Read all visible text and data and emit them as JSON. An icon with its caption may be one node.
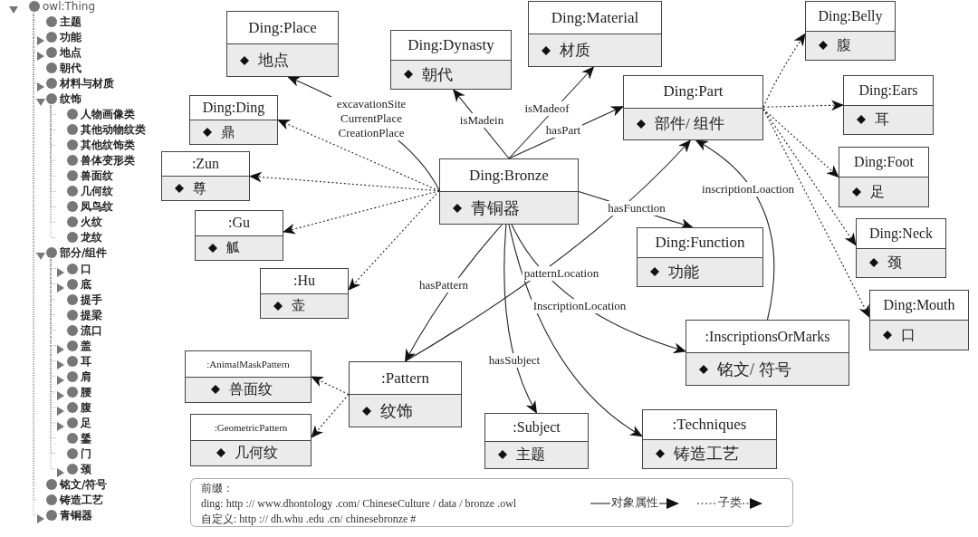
{
  "diagram": {
    "nodes": [
      {
        "text": [
          "Ding:Place",
          "地点"
        ]
      },
      {
        "text": [
          "Ding:Dynasty",
          "朝代"
        ]
      },
      {
        "text": [
          "Ding:Material",
          "材质"
        ]
      },
      {
        "text": [
          "Ding:Belly",
          "腹"
        ]
      },
      {
        "text": [
          "Ding:Part",
          "部件/ 组件"
        ]
      },
      {
        "text": [
          "Ding:Ears",
          "耳"
        ]
      },
      {
        "text": [
          "Ding:Ding",
          "鼎"
        ]
      },
      {
        "text": [
          ":Zun",
          "尊"
        ]
      },
      {
        "text": [
          "Ding:Bronze",
          "青铜器"
        ]
      },
      {
        "text": [
          "Ding:Foot",
          "足"
        ]
      },
      {
        "text": [
          ":Gu",
          "觚"
        ]
      },
      {
        "text": [
          "Ding:Function",
          "功能"
        ]
      },
      {
        "text": [
          "Ding:Neck",
          "颈"
        ]
      },
      {
        "text": [
          ":Hu",
          "壶"
        ]
      },
      {
        "text": [
          "Ding:Mouth",
          "口"
        ]
      },
      {
        "text": [
          ":InscriptionsOrMarks",
          "铭文/ 符号"
        ]
      },
      {
        "text": [
          ":AnimalMaskPattern",
          "兽面纹"
        ]
      },
      {
        "text": [
          ":Pattern",
          "纹饰"
        ]
      },
      {
        "text": [
          ":GeometricPattern",
          "几何纹"
        ]
      },
      {
        "text": [
          ":Subject",
          "主题"
        ]
      },
      {
        "text": [
          ":Techniques",
          "铸造工艺"
        ]
      },
      {
        "text": [
          "owl:Thing"
        ]
      },
      {
        "text": [
          "主题"
        ]
      },
      {
        "text": [
          "功能"
        ]
      },
      {
        "text": [
          "地点"
        ]
      },
      {
        "text": [
          "朝代"
        ]
      },
      {
        "text": [
          "材料与材质"
        ]
      },
      {
        "text": [
          "纹饰"
        ]
      },
      {
        "text": [
          "人物画像类"
        ]
      },
      {
        "text": [
          "其他动物纹类"
        ]
      },
      {
        "text": [
          "其他纹饰类"
        ]
      },
      {
        "text": [
          "兽体变形类"
        ]
      },
      {
        "text": [
          "兽面纹"
        ]
      },
      {
        "text": [
          "几何纹"
        ]
      },
      {
        "text": [
          "凤鸟纹"
        ]
      },
      {
        "text": [
          "火纹"
        ]
      },
      {
        "text": [
          "龙纹"
        ]
      },
      {
        "text": [
          "部分/组件"
        ]
      },
      {
        "text": [
          "口"
        ]
      },
      {
        "text": [
          "底"
        ]
      },
      {
        "text": [
          "提手"
        ]
      },
      {
        "text": [
          "提梁"
        ]
      },
      {
        "text": [
          "流口"
        ]
      },
      {
        "text": [
          "盖"
        ]
      },
      {
        "text": [
          "耳"
        ]
      },
      {
        "text": [
          "肩"
        ]
      },
      {
        "text": [
          "腰"
        ]
      },
      {
        "text": [
          "腹"
        ]
      },
      {
        "text": [
          "足"
        ]
      },
      {
        "text": [
          "鋬"
        ]
      },
      {
        "text": [
          "门"
        ]
      },
      {
        "text": [
          "颈"
        ]
      },
      {
        "text": [
          "铭文/符号"
        ]
      },
      {
        "text": [
          "铸造工艺"
        ]
      },
      {
        "text": [
          "青铜器"
        ]
      }
    ],
    "edges": [
      {
        "from": 8,
        "to": 0,
        "arrow": "to",
        "label": "excavationSite CurrentPlace CreationPlace",
        "color": "#222222"
      },
      {
        "from": 8,
        "to": 1,
        "arrow": "to",
        "label": "isMadein",
        "color": "#222222"
      },
      {
        "from": 8,
        "to": 2,
        "arrow": "to",
        "label": "isMadeof",
        "color": "#222222"
      },
      {
        "from": 8,
        "to": 4,
        "arrow": "to",
        "label": "hasPart",
        "color": "#222222"
      },
      {
        "from": 8,
        "to": 11,
        "arrow": "to",
        "label": "hasFunction",
        "color": "#222222"
      },
      {
        "from": 8,
        "to": 17,
        "arrow": "to",
        "label": "hasPattern",
        "color": "#222222"
      },
      {
        "from": 8,
        "to": 19,
        "arrow": "to",
        "label": "hasSubject",
        "color": "#222222"
      },
      {
        "from": 8,
        "to": 20,
        "arrow": "to",
        "color": "#222222"
      },
      {
        "from": 8,
        "to": 15,
        "arrow": "to",
        "label": "InscriptionLocation",
        "color": "#222222"
      },
      {
        "from": 17,
        "to": 4,
        "arrow": "to",
        "label": "patternLocation",
        "color": "#222222"
      },
      {
        "from": 15,
        "to": 4,
        "arrow": "to",
        "label": "inscriptionLoaction",
        "color": "#222222"
      },
      {
        "from": 8,
        "to": 6,
        "arrow": "to",
        "style": "dashed",
        "color": "#222222"
      },
      {
        "from": 8,
        "to": 7,
        "arrow": "to",
        "style": "dashed",
        "color": "#222222"
      },
      {
        "from": 8,
        "to": 10,
        "arrow": "to",
        "style": "dashed",
        "color": "#222222"
      },
      {
        "from": 8,
        "to": 13,
        "arrow": "to",
        "style": "dashed",
        "color": "#222222"
      },
      {
        "from": 4,
        "to": 3,
        "arrow": "to",
        "style": "dashed",
        "color": "#222222"
      },
      {
        "from": 4,
        "to": 5,
        "arrow": "to",
        "style": "dashed",
        "color": "#222222"
      },
      {
        "from": 4,
        "to": 9,
        "arrow": "to",
        "style": "dashed",
        "color": "#222222"
      },
      {
        "from": 4,
        "to": 12,
        "arrow": "to",
        "style": "dashed",
        "color": "#222222"
      },
      {
        "from": 4,
        "to": 14,
        "arrow": "to",
        "style": "dashed",
        "color": "#222222"
      },
      {
        "from": 17,
        "to": 16,
        "arrow": "to",
        "style": "dashed",
        "color": "#222222"
      },
      {
        "from": 17,
        "to": 18,
        "arrow": "to",
        "style": "dashed",
        "color": "#222222"
      },
      {
        "from": 21,
        "to": 22,
        "arrow": "none",
        "style": "dashed",
        "color": "#999999"
      },
      {
        "from": 21,
        "to": 23,
        "arrow": "none",
        "style": "dashed",
        "color": "#999999"
      },
      {
        "from": 21,
        "to": 24,
        "arrow": "none",
        "style": "dashed",
        "color": "#999999"
      },
      {
        "from": 21,
        "to": 25,
        "arrow": "none",
        "style": "dashed",
        "color": "#999999"
      },
      {
        "from": 21,
        "to": 26,
        "arrow": "none",
        "style": "dashed",
        "color": "#999999"
      },
      {
        "from": 21,
        "to": 27,
        "arrow": "none",
        "style": "dashed",
        "color": "#999999"
      },
      {
        "from": 27,
        "to": 28,
        "arrow": "none",
        "style": "dashed",
        "color": "#999999"
      },
      {
        "from": 27,
        "to": 29,
        "arrow": "none",
        "style": "dashed",
        "color": "#999999"
      },
      {
        "from": 27,
        "to": 30,
        "arrow": "none",
        "style": "dashed",
        "color": "#999999"
      },
      {
        "from": 27,
        "to": 31,
        "arrow": "none",
        "style": "dashed",
        "color": "#999999"
      },
      {
        "from": 27,
        "to": 32,
        "arrow": "none",
        "style": "dashed",
        "color": "#999999"
      },
      {
        "from": 27,
        "to": 33,
        "arrow": "none",
        "style": "dashed",
        "color": "#999999"
      },
      {
        "from": 27,
        "to": 34,
        "arrow": "none",
        "style": "dashed",
        "color": "#999999"
      },
      {
        "from": 27,
        "to": 35,
        "arrow": "none",
        "style": "dashed",
        "color": "#999999"
      },
      {
        "from": 27,
        "to": 36,
        "arrow": "none",
        "style": "dashed",
        "color": "#999999"
      },
      {
        "from": 21,
        "to": 37,
        "arrow": "none",
        "style": "dashed",
        "color": "#999999"
      },
      {
        "from": 37,
        "to": 38,
        "arrow": "none",
        "style": "dashed",
        "color": "#999999"
      },
      {
        "from": 37,
        "to": 39,
        "arrow": "none",
        "style": "dashed",
        "color": "#999999"
      },
      {
        "from": 37,
        "to": 40,
        "arrow": "none",
        "style": "dashed",
        "color": "#999999"
      },
      {
        "from": 37,
        "to": 41,
        "arrow": "none",
        "style": "dashed",
        "color": "#999999"
      },
      {
        "from": 37,
        "to": 42,
        "arrow": "none",
        "style": "dashed",
        "color": "#999999"
      },
      {
        "from": 37,
        "to": 43,
        "arrow": "none",
        "style": "dashed",
        "color": "#999999"
      },
      {
        "from": 37,
        "to": 44,
        "arrow": "none",
        "style": "dashed",
        "color": "#999999"
      },
      {
        "from": 37,
        "to": 45,
        "arrow": "none",
        "style": "dashed",
        "color": "#999999"
      },
      {
        "from": 37,
        "to": 46,
        "arrow": "none",
        "style": "dashed",
        "color": "#999999"
      },
      {
        "from": 37,
        "to": 47,
        "arrow": "none",
        "style": "dashed",
        "color": "#999999"
      },
      {
        "from": 37,
        "to": 48,
        "arrow": "none",
        "style": "dashed",
        "color": "#999999"
      },
      {
        "from": 37,
        "to": 49,
        "arrow": "none",
        "style": "dashed",
        "color": "#999999"
      },
      {
        "from": 37,
        "to": 50,
        "arrow": "none",
        "style": "dashed",
        "color": "#999999"
      },
      {
        "from": 37,
        "to": 51,
        "arrow": "none",
        "style": "dashed",
        "color": "#999999"
      },
      {
        "from": 21,
        "to": 52,
        "arrow": "none",
        "style": "dashed",
        "color": "#999999"
      },
      {
        "from": 21,
        "to": 53,
        "arrow": "none",
        "style": "dashed",
        "color": "#999999"
      },
      {
        "from": 21,
        "to": 54,
        "arrow": "none",
        "style": "dashed",
        "color": "#999999"
      }
    ],
    "labels": [
      "前缀：",
      "ding: http :// www.dhontology .com/ ChineseCulture / data / bronze .owl",
      "自定义: http :// dh.whu .edu .cn/ chinesebronze #"
    ],
    "legend": [
      {
        "text": "对象属性"
      },
      {
        "text": "子类"
      }
    ]
  }
}
